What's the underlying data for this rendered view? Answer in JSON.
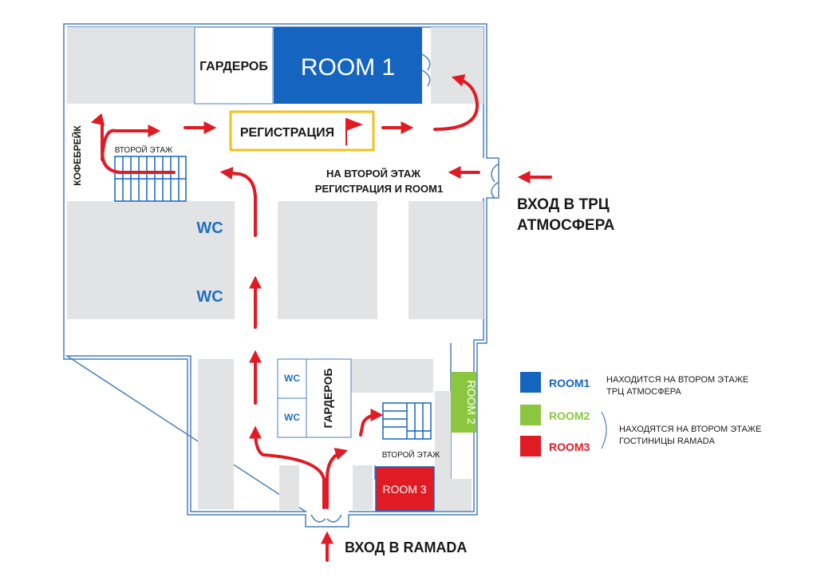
{
  "map": {
    "rooms": {
      "room1": "ROOM 1",
      "room2": "ROOM 2",
      "room3": "ROOM 3",
      "wardrobe_top": "ГАРДЕРОБ",
      "wardrobe_bottom": "ГАРДЕРОБ",
      "registration": "РЕГИСТРАЦИЯ",
      "coffee_break": "КОФЕБРЕЙК",
      "wc_1": "WC",
      "wc_2": "WC",
      "wc_3": "WC",
      "wc_4": "WC"
    },
    "labels": {
      "second_floor_top": "ВТОРОЙ ЭТАЖ",
      "second_floor_bottom": "ВТОРОЙ ЭТАЖ",
      "to_second_floor_line1": "НА ВТОРОЙ ЭТАЖ",
      "to_second_floor_line2": "РЕГИСТРАЦИЯ И ROOM1"
    },
    "entrances": {
      "atmosfera_line1": "ВХОД В ТРЦ",
      "atmosfera_line2": "АТМОСФЕРА",
      "ramada": "ВХОД В RAMADA"
    }
  },
  "legend": {
    "items": [
      {
        "label": "ROOM1",
        "color": "#1565c0",
        "text_color": "#1565c0"
      },
      {
        "label": "ROOM2",
        "color": "#8cc63f",
        "text_color": "#8cc63f"
      },
      {
        "label": "ROOM3",
        "color": "#e01b24",
        "text_color": "#e01b24"
      }
    ],
    "note1_line1": "НАХОДИТСЯ НА ВТОРОМ ЭТАЖЕ",
    "note1_line2": "ТРЦ АТМОСФЕРА",
    "note2_line1": "НАХОДЯТСЯ НА ВТОРОМ ЭТАЖЕ",
    "note2_line2": "ГОСТИНИЦЫ RAMADA"
  },
  "colors": {
    "wall": "#4a7fc1",
    "block": "#e2e3e4",
    "room1": "#1565c0",
    "room2": "#8cc63f",
    "room3": "#e01b24",
    "arrow": "#e01b24",
    "registration_border": "#f2c01d",
    "wc_text": "#1f6fc0"
  }
}
